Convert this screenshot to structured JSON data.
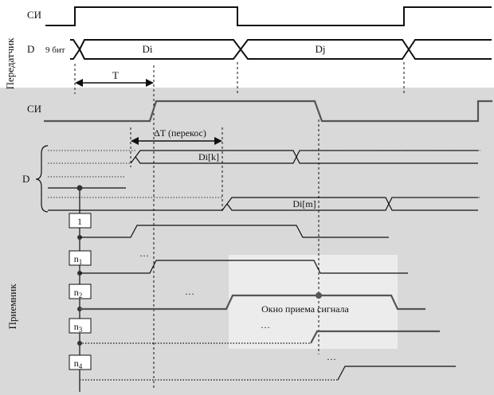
{
  "transmitter": {
    "side_label": "Передатчик",
    "clock_label": "СИ",
    "data_label": "D",
    "bits_label": "9 бит",
    "data_i": "Di",
    "data_j": "Dj",
    "period_label": "T"
  },
  "receiver": {
    "side_label": "Приемник",
    "clock_label": "СИ",
    "data_label": "D",
    "skew_label": "ΔT (перекос)",
    "data_k": "Di[k]",
    "data_m": "Di[m]",
    "box_1": "1",
    "box_n1": "n",
    "box_n1_sub": "1",
    "box_n2": "n",
    "box_n2_sub": "2",
    "box_n3": "n",
    "box_n3_sub": "3",
    "box_n4": "n",
    "box_n4_sub": "4",
    "ellipsis": "…",
    "window_label": "Окно приема сигнала"
  },
  "colors": {
    "receiver_background": "#d9d9d9",
    "window_fill": "#ececec"
  }
}
